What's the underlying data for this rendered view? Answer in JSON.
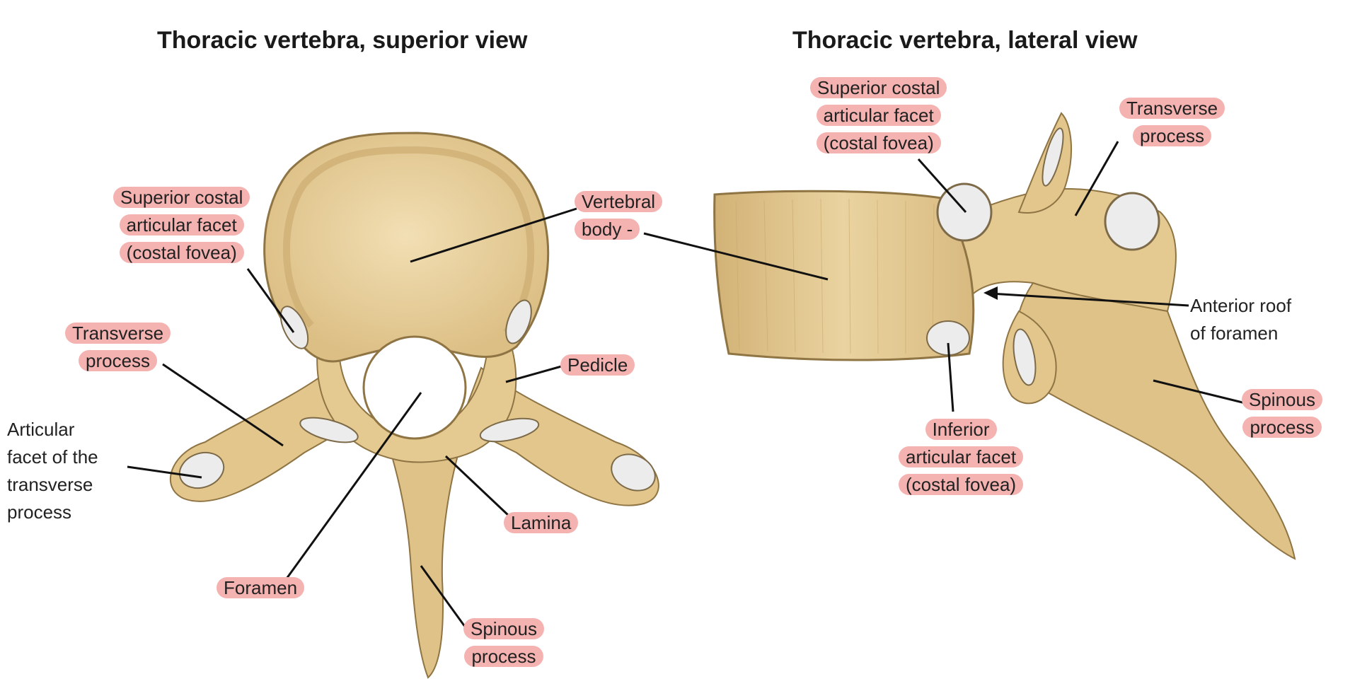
{
  "titles": {
    "superior": "Thoracic vertebra, superior view",
    "lateral": "Thoracic vertebra, lateral view"
  },
  "labels": {
    "sup_superior_costal_facet": [
      "Superior costal",
      "articular facet",
      "(costal fovea)"
    ],
    "sup_transverse_process": [
      "Transverse",
      "process"
    ],
    "sup_articular_facet_transverse": [
      "Articular",
      "facet of the",
      "transverse",
      "process"
    ],
    "sup_foramen": [
      "Foramen"
    ],
    "sup_vertebral_body": [
      "Vertebral",
      "body -"
    ],
    "sup_pedicle": [
      "Pedicle"
    ],
    "sup_lamina": [
      "Lamina"
    ],
    "sup_spinous_process": [
      "Spinous",
      "process"
    ],
    "lat_superior_costal_facet": [
      "Superior costal",
      "articular facet",
      "(costal fovea)"
    ],
    "lat_transverse_process": [
      "Transverse",
      "process"
    ],
    "lat_anterior_roof": [
      "Anterior roof",
      "of foramen"
    ],
    "lat_spinous_process": [
      "Spinous",
      "process"
    ],
    "lat_inferior_facet": [
      "Inferior",
      "articular facet",
      "(costal fovea)"
    ]
  },
  "colors": {
    "bone": "#e3c98f",
    "bone_dark": "#c7a76a",
    "bone_light": "#f0dcae",
    "cartilage": "#ececec",
    "highlight": "#f4b3b0"
  }
}
